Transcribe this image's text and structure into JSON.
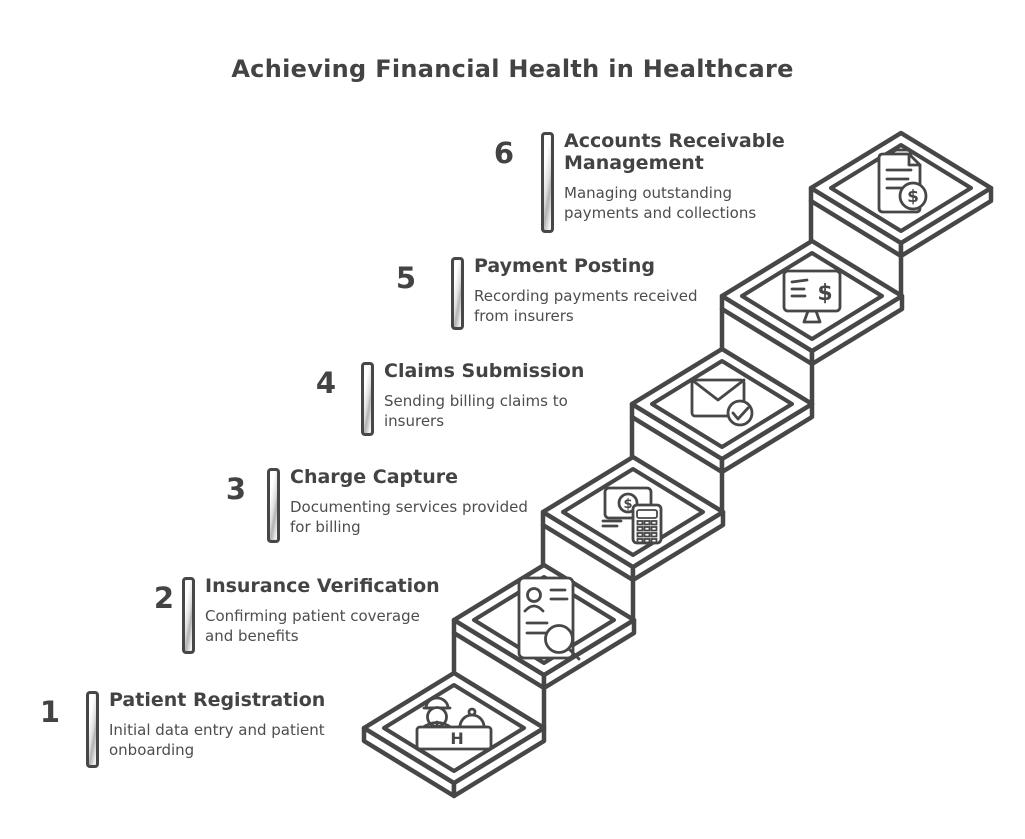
{
  "title": "Achieving Financial Health in Healthcare",
  "steps": [
    {
      "number": "1",
      "title": "Patient Registration",
      "description": "Initial data entry and patient onboarding",
      "icon": "reception-desk-icon"
    },
    {
      "number": "2",
      "title": "Insurance Verification",
      "description": "Confirming patient coverage and benefits",
      "icon": "document-search-icon"
    },
    {
      "number": "3",
      "title": "Charge Capture",
      "description": "Documenting services provided for billing",
      "icon": "money-calculator-icon"
    },
    {
      "number": "4",
      "title": "Claims Submission",
      "description": "Sending billing claims to insurers",
      "icon": "envelope-check-icon"
    },
    {
      "number": "5",
      "title": "Payment Posting",
      "description": "Recording payments received from insurers",
      "icon": "monitor-dollar-icon"
    },
    {
      "number": "6",
      "title": "Accounts Receivable Management",
      "description": "Managing outstanding payments and collections",
      "icon": "clipboard-dollar-icon"
    }
  ],
  "glyphs": {
    "dollar": "$",
    "desk_letter": "H"
  },
  "colors": {
    "stroke": "#474747",
    "background": "#ffffff",
    "title_text": "#434343",
    "description_text": "#4d4d4d"
  }
}
